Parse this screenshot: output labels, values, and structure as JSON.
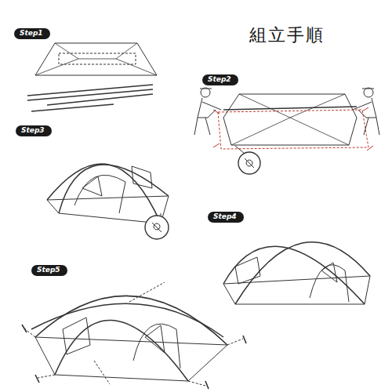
{
  "diagram": {
    "title": "組立手順",
    "nodes": [
      {
        "text": [
          "Step1"
        ]
      },
      {
        "text": [
          "Step2"
        ]
      },
      {
        "text": [
          "Step3"
        ]
      },
      {
        "text": [
          "Step4"
        ]
      },
      {
        "text": [
          "Step5"
        ]
      }
    ]
  }
}
